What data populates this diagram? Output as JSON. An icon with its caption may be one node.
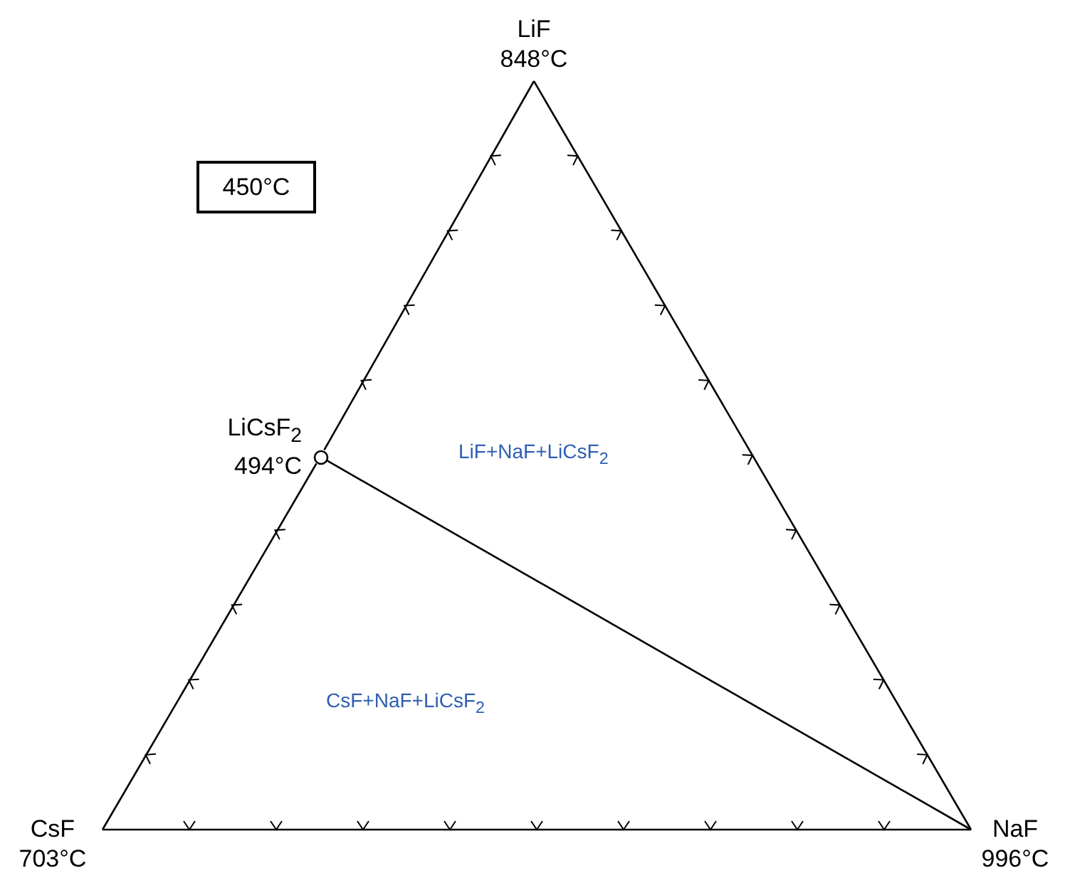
{
  "diagram": {
    "nodes": [
      {
        "text": [
          "LiF",
          "848°C"
        ]
      },
      {
        "text": [],
        "shape": "circle",
        "beside": [
          "LiCsF$_{2}$",
          "494°C"
        ]
      },
      {
        "text": [
          "CsF",
          "703°C"
        ]
      },
      {
        "text": [
          "NaF",
          "996°C"
        ]
      },
      {
        "text": [
          "450°C"
        ]
      }
    ],
    "edges": [
      {
        "from": 0,
        "to": 1,
        "arrow": "none"
      },
      {
        "from": 1,
        "to": 2,
        "arrow": "none"
      },
      {
        "from": 2,
        "to": 3,
        "arrow": "none"
      },
      {
        "from": 3,
        "to": 0,
        "arrow": "none"
      },
      {
        "from": 1,
        "to": 3,
        "arrow": "none"
      }
    ],
    "labels": [
      "LiF+NaF+LiCsF$_{2}$",
      "CsF+NaF+LiCsF$_{2}$"
    ]
  }
}
